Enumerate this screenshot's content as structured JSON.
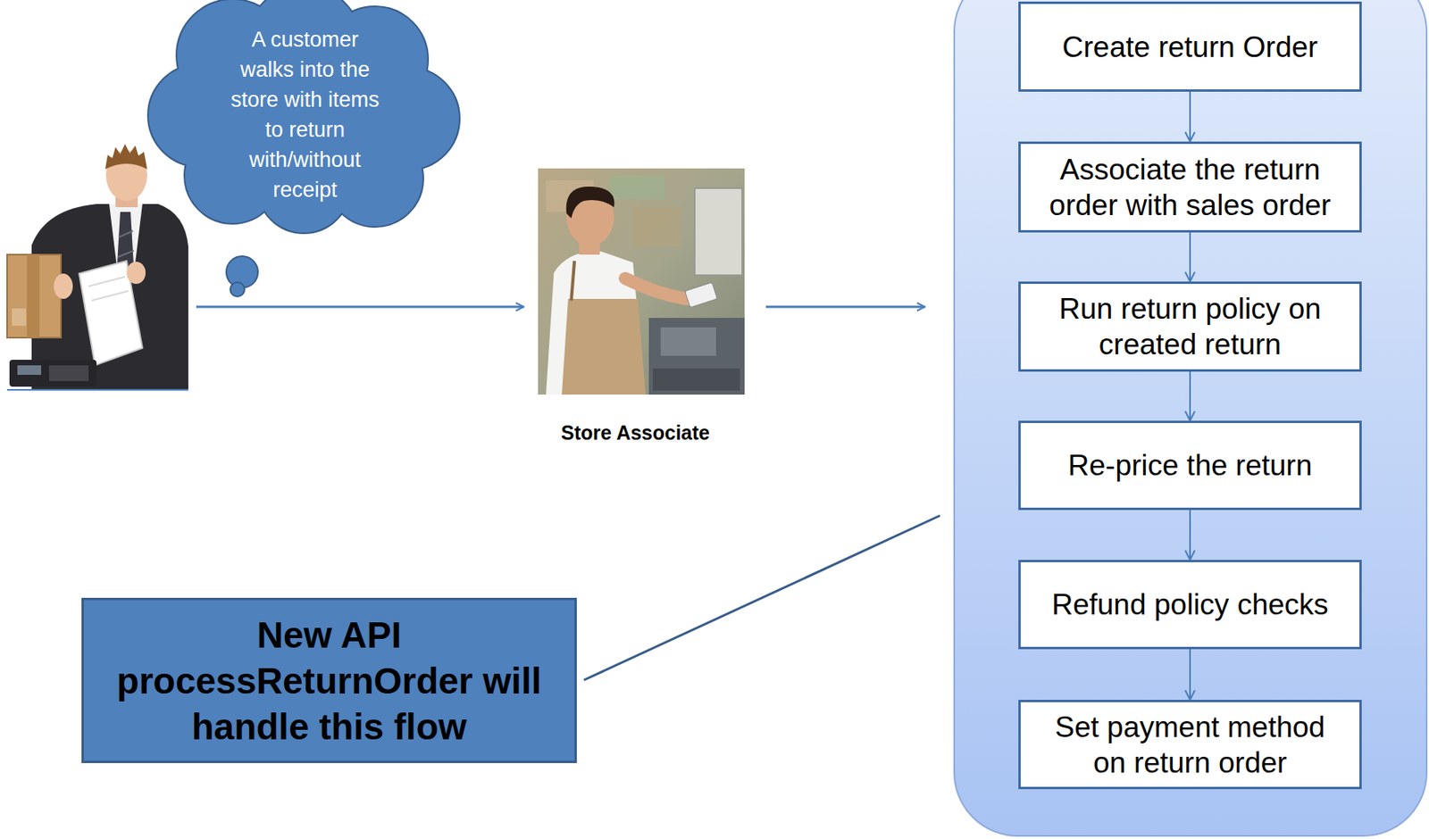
{
  "diagram": {
    "nodes": [
      {
        "text": [
          "A customer walks into the store with items to return with/without receipt"
        ]
      },
      {
        "text": [
          "Create return Order"
        ]
      },
      {
        "text": [
          "Associate the return order with sales order"
        ]
      },
      {
        "text": [
          "Run return policy on created return"
        ]
      },
      {
        "text": [
          "Re-price the return"
        ]
      },
      {
        "text": [
          "Refund policy checks"
        ]
      },
      {
        "text": [
          "Set payment method on return order"
        ]
      },
      {
        "text": [
          "New API processReturnOrder will handle this flow"
        ]
      }
    ],
    "edges": [
      {
        "from": 1,
        "to": 2,
        "arrow": "to"
      },
      {
        "from": 2,
        "to": 3,
        "arrow": "to"
      },
      {
        "from": 3,
        "to": 4,
        "arrow": "to"
      },
      {
        "from": 4,
        "to": 5,
        "arrow": "to"
      },
      {
        "from": 5,
        "to": 6,
        "arrow": "to"
      }
    ],
    "labels": [
      "Store Associate"
    ]
  }
}
